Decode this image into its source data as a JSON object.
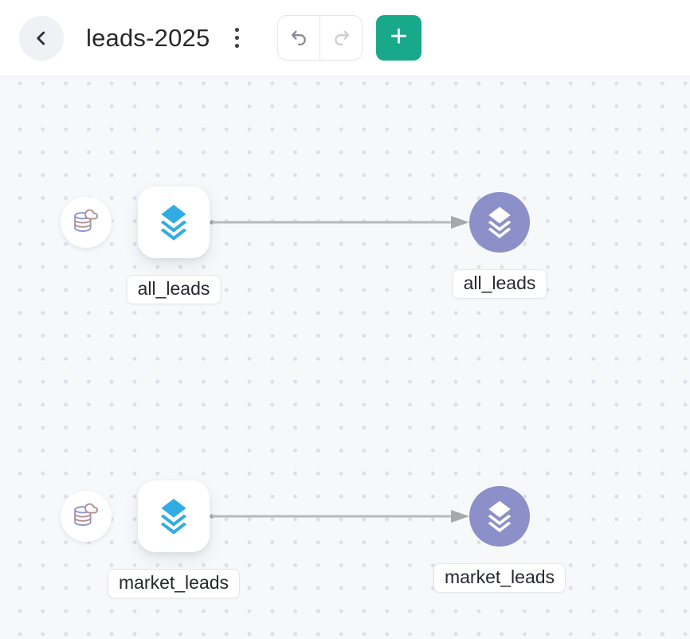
{
  "header": {
    "title": "leads-2025",
    "add_button_label": "+",
    "icons": {
      "back": "chevron-left-icon",
      "menu": "kebab-menu-icon",
      "undo": "undo-arrow-icon",
      "redo": "redo-arrow-icon",
      "add": "plus-icon"
    }
  },
  "colors": {
    "header_background": "#ffffff",
    "canvas_background": "#f7f8fa",
    "grid_dot": "#dcdfe9",
    "accent_green": "#18a98b",
    "node_blue": "#32abe3",
    "node_purple": "#8b90c8",
    "edge_gray": "#b8b9bc",
    "label_text": "#26282e"
  },
  "canvas": {
    "flows": [
      {
        "id": "all_leads",
        "connector_icon": "cloud-database-icon",
        "source": {
          "icon": "layers-icon",
          "label": "all_leads"
        },
        "target": {
          "icon": "layers-icon",
          "label": "all_leads"
        }
      },
      {
        "id": "market_leads",
        "connector_icon": "cloud-database-icon",
        "source": {
          "icon": "layers-icon",
          "label": "market_leads"
        },
        "target": {
          "icon": "layers-icon",
          "label": "market_leads"
        }
      }
    ]
  }
}
